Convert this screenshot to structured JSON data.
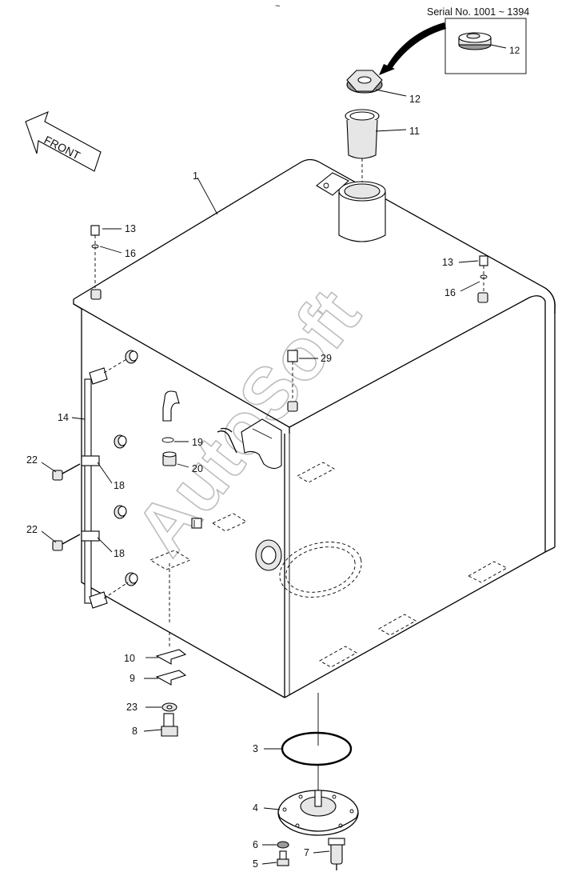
{
  "header": {
    "serial_note": "Serial No. 1001 ~ 1394",
    "top_mark": "~"
  },
  "direction": {
    "label": "FRONT"
  },
  "watermark": {
    "text": "AutoSoft",
    "color": "#d8d8d8"
  },
  "callouts": {
    "c1": "1",
    "c3": "3",
    "c4": "4",
    "c5": "5",
    "c6": "6",
    "c7": "7",
    "c8": "8",
    "c9": "9",
    "c10": "10",
    "c11": "11",
    "c12_inset": "12",
    "c12": "12",
    "c13_left": "13",
    "c13_right": "13",
    "c14": "14",
    "c16_left": "16",
    "c16_right": "16",
    "c18_upper": "18",
    "c18_lower": "18",
    "c19": "19",
    "c20": "20",
    "c22_upper": "22",
    "c22_lower": "22",
    "c23": "23",
    "c29": "29"
  }
}
